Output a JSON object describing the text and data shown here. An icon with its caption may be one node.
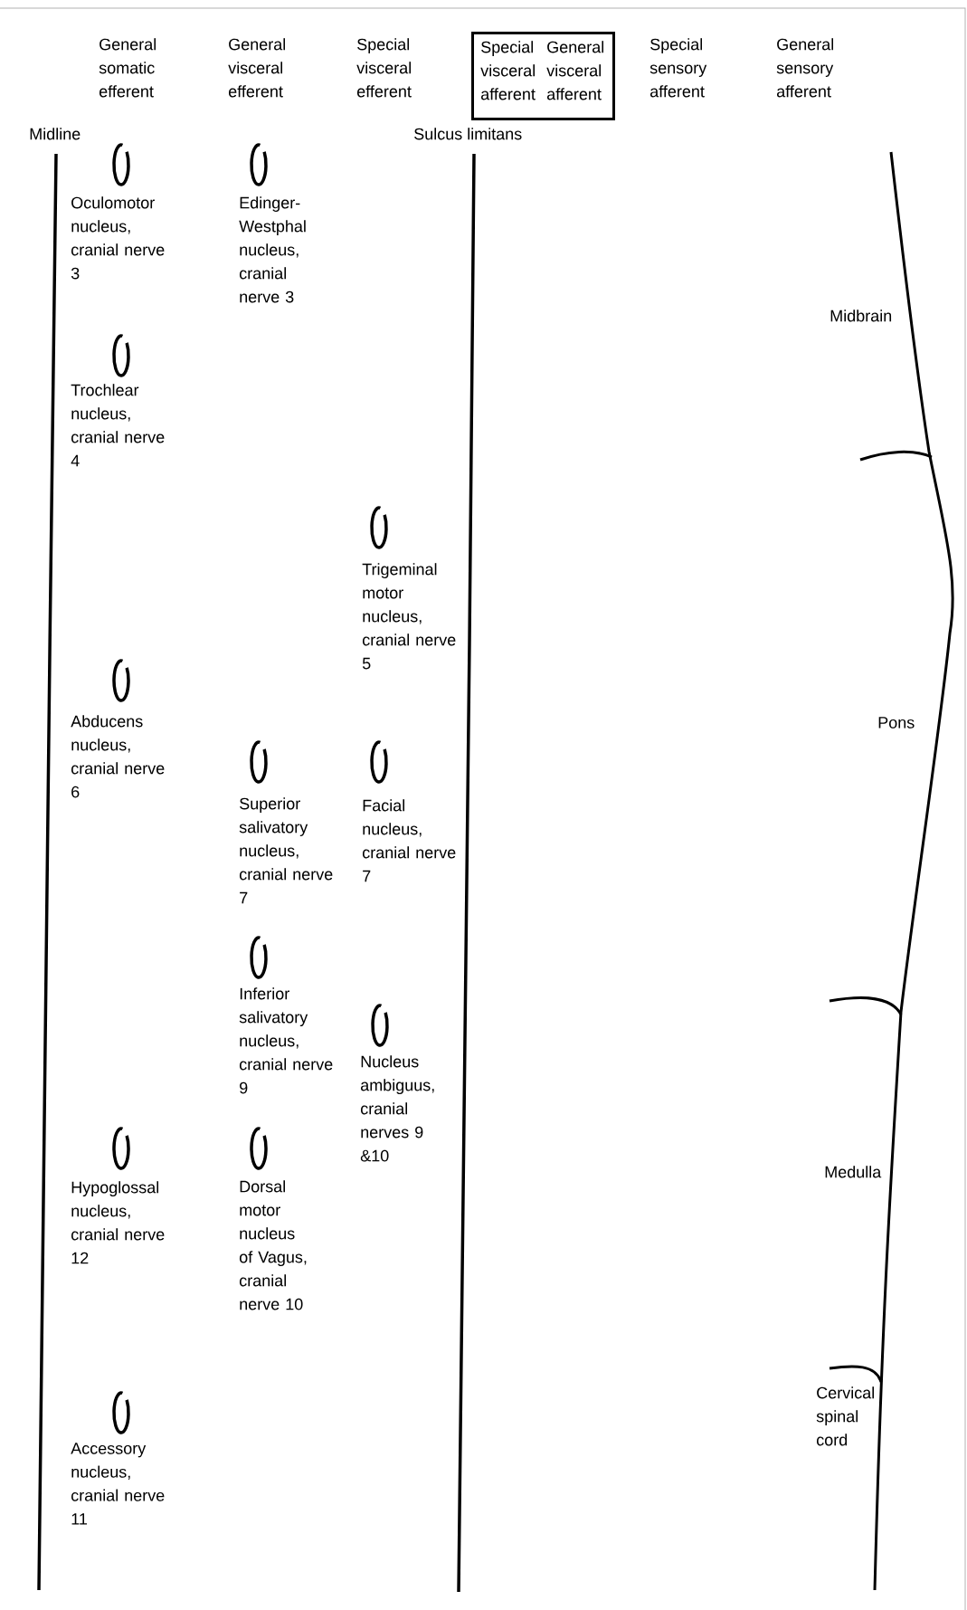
{
  "diagram": {
    "nodes": [
      {
        "text": [
          "Special visceral afferent",
          "General visceral afferent"
        ]
      }
    ],
    "labels": [
      "General somatic efferent",
      "General visceral efferent",
      "Special visceral efferent",
      "Special sensory afferent",
      "General sensory afferent",
      "Midline",
      "Sulcus limitans",
      "Oculomotor nucleus, cranial nerve 3",
      "Edinger-Westphal nucleus, cranial nerve 3",
      "Midbrain",
      "Trochlear nucleus, cranial nerve 4",
      "Trigeminal motor nucleus, cranial nerve 5",
      "Abducens nucleus, cranial nerve 6",
      "Pons",
      "Superior salivatory nucleus, cranial nerve 7",
      "Facial nucleus, cranial nerve 7",
      "Inferior salivatory nucleus, cranial nerve 9",
      "Nucleus ambiguus, cranial nerves 9 &10",
      "Hypoglossal nucleus, cranial nerve 12",
      "Dorsal motor nucleus of Vagus, cranial nerve 10",
      "Medulla",
      "Cervical spinal cord",
      "Accessory nucleus, cranial nerve 11"
    ]
  }
}
